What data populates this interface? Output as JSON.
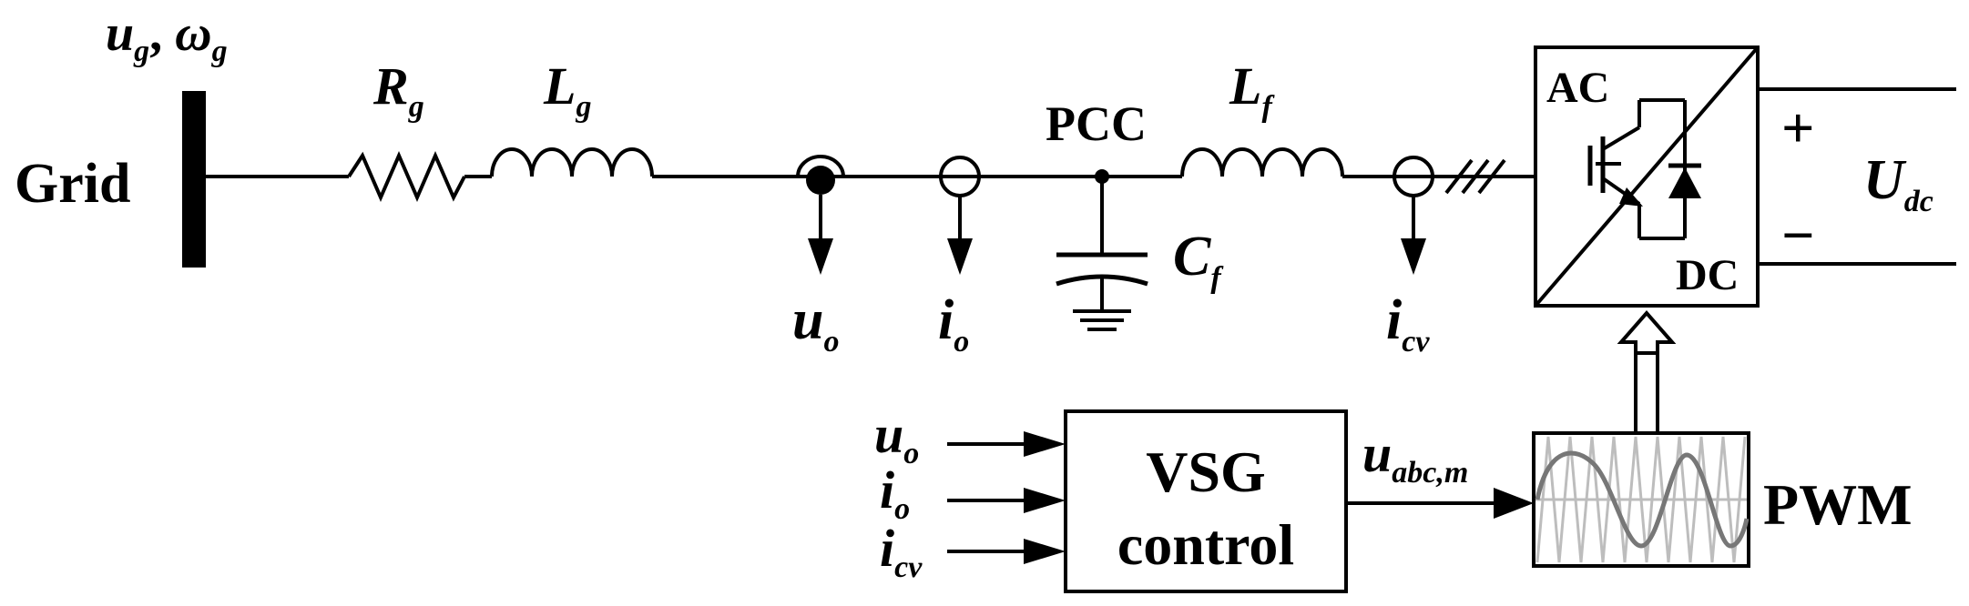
{
  "grid": {
    "label": "Grid",
    "voltage_symbol": "u",
    "voltage_sub": "g",
    "freq_symbol": "ω",
    "freq_sub": "g",
    "separator": ", "
  },
  "grid_resistor": {
    "symbol": "R",
    "sub": "g"
  },
  "grid_inductor": {
    "symbol": "L",
    "sub": "g"
  },
  "pcc": {
    "label": "PCC"
  },
  "filter_inductor": {
    "symbol": "L",
    "sub": "f"
  },
  "filter_capacitor": {
    "symbol": "C",
    "sub": "f"
  },
  "sensors": {
    "uo": {
      "symbol": "u",
      "sub": "o"
    },
    "io": {
      "symbol": "i",
      "sub": "o"
    },
    "icv": {
      "symbol": "i",
      "sub": "cv"
    }
  },
  "converter": {
    "ac_label": "AC",
    "dc_label": "DC",
    "plus": "+",
    "minus": "−"
  },
  "dc_link": {
    "symbol": "U",
    "sub": "dc"
  },
  "vsg": {
    "line1": "VSG",
    "line2": "control"
  },
  "vsg_inputs": [
    {
      "symbol": "u",
      "sub": "o"
    },
    {
      "symbol": "i",
      "sub": "o"
    },
    {
      "symbol": "i",
      "sub": "cv"
    }
  ],
  "modulation_signal": {
    "symbol": "u",
    "sub": "abc,m"
  },
  "pwm": {
    "label": "PWM"
  }
}
